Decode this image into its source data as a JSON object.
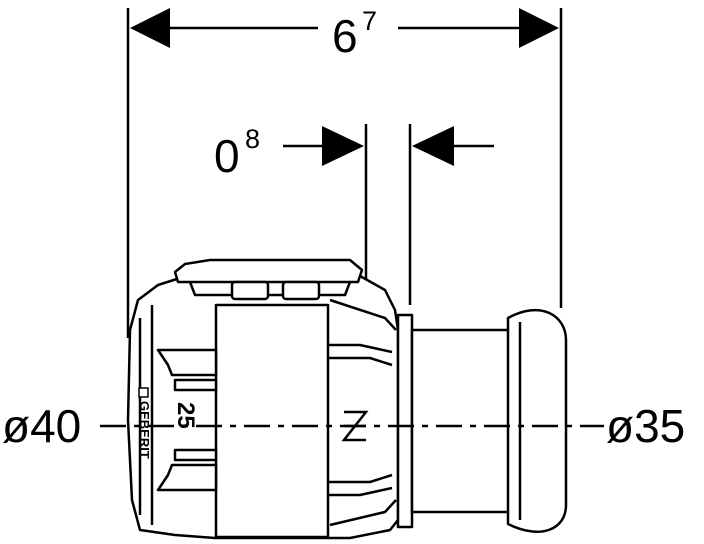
{
  "dimensions": {
    "overall_length": {
      "base": "6",
      "superscript": "7"
    },
    "insertion_gap": {
      "base": "0",
      "superscript": "8"
    },
    "left_diameter": "ø40",
    "right_diameter": "ø35"
  },
  "body_markings": {
    "brand": "GEBERIT",
    "size": "25"
  },
  "colors": {
    "line": "#000000",
    "background": "#ffffff"
  }
}
